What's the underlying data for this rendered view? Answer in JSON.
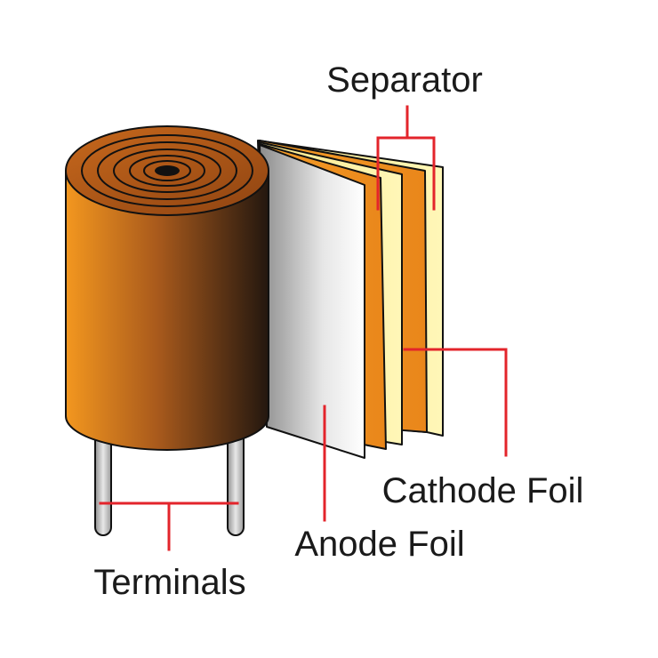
{
  "labels": {
    "separator": "Separator",
    "cathode_foil": "Cathode Foil",
    "anode_foil": "Anode Foil",
    "terminals": "Terminals"
  },
  "colors": {
    "callout": "#e3242b",
    "roll_light": "#f0941f",
    "roll_dark": "#2a1a10",
    "roll_top": "#b35a18",
    "separator_sheet": "#f28c1c",
    "cathode_sheet": "#fbf29a",
    "anode_sheet_light": "#ffffff",
    "anode_sheet_dark": "#8a8a8a",
    "terminal": "#c8c8c8"
  },
  "icons": {
    "roll": "wound-capacitor-roll-icon",
    "terminal": "terminal-pin-icon"
  }
}
